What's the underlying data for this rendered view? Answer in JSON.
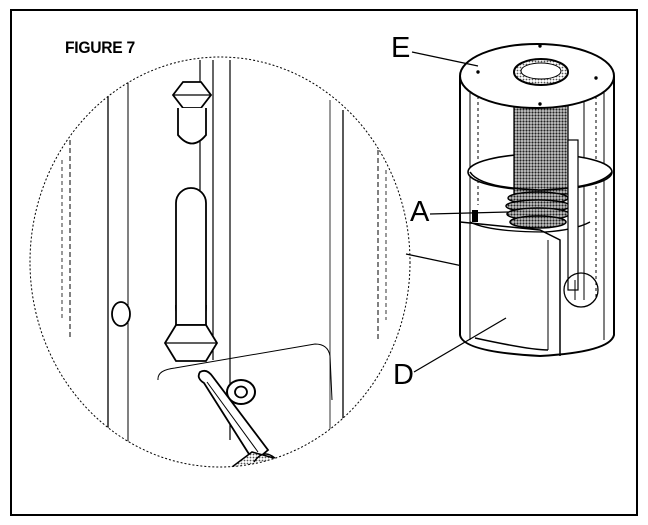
{
  "figure": {
    "title": "FIGURE 7",
    "callouts": {
      "e": "E",
      "a": "A",
      "d": "D"
    }
  },
  "colors": {
    "ink": "#000000",
    "paper": "#ffffff",
    "hatch": "#555555"
  }
}
